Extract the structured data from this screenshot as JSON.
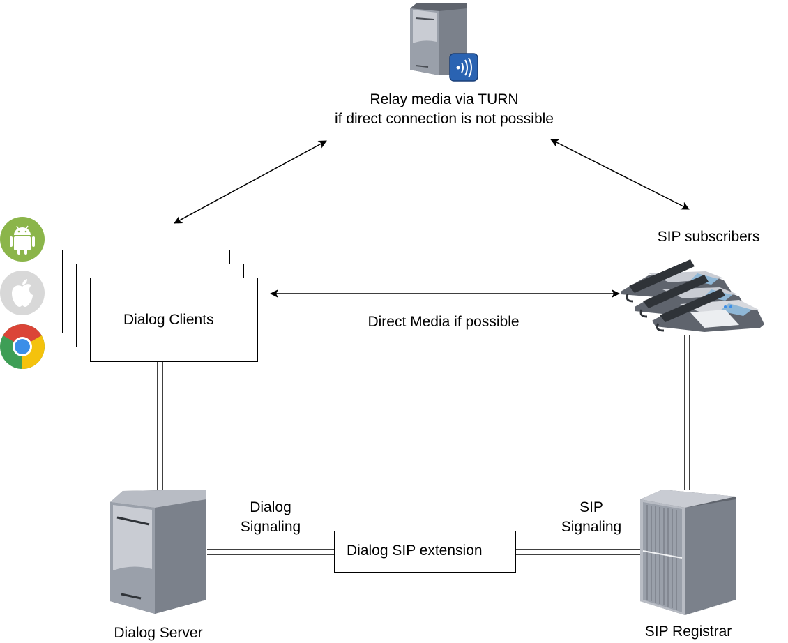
{
  "turn": {
    "line1": "Relay media via TURN",
    "line2": "if direct connection is not possible",
    "icon": "turn-server-icon"
  },
  "clients": {
    "label": "Dialog Clients",
    "platform_icons": [
      "android-icon",
      "apple-icon",
      "chrome-icon"
    ]
  },
  "sip_subscribers": {
    "label": "SIP subscribers",
    "icon": "ip-phones-icon"
  },
  "direct_media": {
    "label": "Direct Media if possible"
  },
  "dialog_server": {
    "label": "Dialog Server",
    "icon": "server-icon"
  },
  "sip_registrar": {
    "label": "SIP Registrar",
    "icon": "server-rack-icon"
  },
  "dialog_signaling": {
    "line1": "Dialog",
    "line2": "Signaling"
  },
  "sip_signaling": {
    "line1": "SIP",
    "line2": "Signaling"
  },
  "extension": {
    "label": "Dialog SIP extension"
  },
  "colors": {
    "server_light": "#c9ccd3",
    "server_mid": "#9aa0aa",
    "server_dark": "#5f646d",
    "turn_badge": "#2a63b2",
    "android": "#8bb54a",
    "apple": "#d8d8d8",
    "chrome_red": "#db4437",
    "chrome_yellow": "#f4c20d",
    "chrome_green": "#3e9e56",
    "chrome_blue": "#3b8ee8"
  }
}
